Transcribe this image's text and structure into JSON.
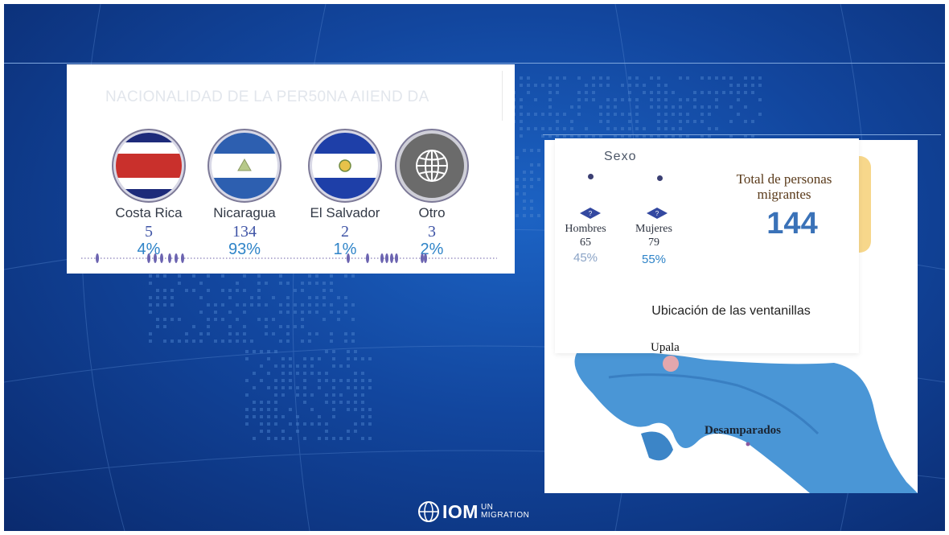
{
  "nationality": {
    "title": "NACIONALIDAD DE LA PER50NA AIIEND DA",
    "countries": [
      {
        "name": "Costa Rica",
        "count": "5",
        "pct": "4%",
        "flag_icon": "costa-rica-flag-icon"
      },
      {
        "name": "Nicaragua",
        "count": "134",
        "pct": "93%",
        "flag_icon": "nicaragua-flag-icon"
      },
      {
        "name": "El Salvador",
        "count": "2",
        "pct": "1%",
        "flag_icon": "el-salvador-flag-icon"
      },
      {
        "name": "Otro",
        "count": "3",
        "pct": "2%",
        "flag_icon": "globe-icon"
      }
    ]
  },
  "sex": {
    "label": "Sexo",
    "groups": [
      {
        "name": "Hombres",
        "count": "65",
        "pct": "45%",
        "pct_color": "#8aa3c6"
      },
      {
        "name": "Mujeres",
        "count": "79",
        "pct": "55%",
        "pct_color": "#2f84c8"
      }
    ]
  },
  "total": {
    "label": "Total de personas migrantes",
    "value": "144"
  },
  "location": {
    "title": "Ubicación de las ventanillas",
    "places": [
      "Upala",
      "Desamparados"
    ]
  },
  "footer": {
    "logo_text": "IOM",
    "logo_un": "UN",
    "logo_migration": "MIGRATION"
  },
  "colors": {
    "background": "#12469e",
    "accent_blue": "#2f84c8",
    "count_blue": "#3f54a6",
    "total_tab": "#f7d78b",
    "map_blue": "#4a96d6"
  }
}
